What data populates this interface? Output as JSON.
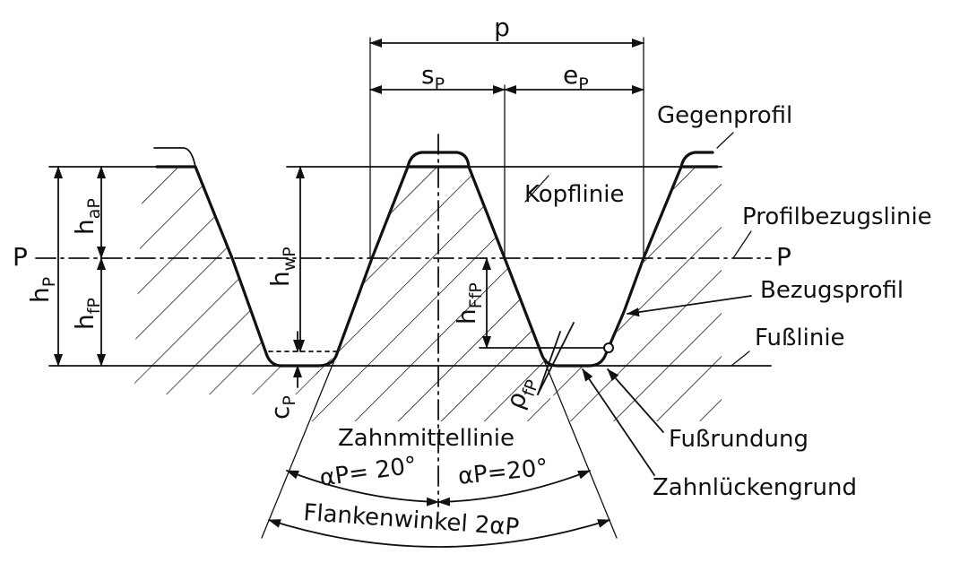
{
  "labels": {
    "pitch": "p",
    "tooth_thickness": "s",
    "tooth_thickness_sub": "P",
    "space_width": "e",
    "space_width_sub": "P",
    "counter_profile": "Gegenprofil",
    "tip_line": "Kopflinie",
    "datum_line": "Profilbezugslinie",
    "datum_p_left": "P",
    "datum_p_right": "P",
    "basic_profile": "Bezugsprofil",
    "root_line": "Fußlinie",
    "root_fillet": "Fußrundung",
    "space_bottom": "Zahnlückengrund",
    "tooth_centerline": "Zahnmittellinie",
    "alpha_left": "αP= 20°",
    "alpha_right": "αP=20°",
    "flank_angle": "Flankenwinkel 2αP",
    "h_addendum": "h",
    "h_addendum_sub": "aP",
    "h_dedendum": "h",
    "h_dedendum_sub": "fP",
    "h_total": "h",
    "h_total_sub": "P",
    "h_working": "h",
    "h_working_sub": "wP",
    "h_ff": "h",
    "h_ff_sub": "FfP",
    "clearance": "c",
    "clearance_sub": "P",
    "rho": "ρ",
    "rho_sub": "fP"
  }
}
